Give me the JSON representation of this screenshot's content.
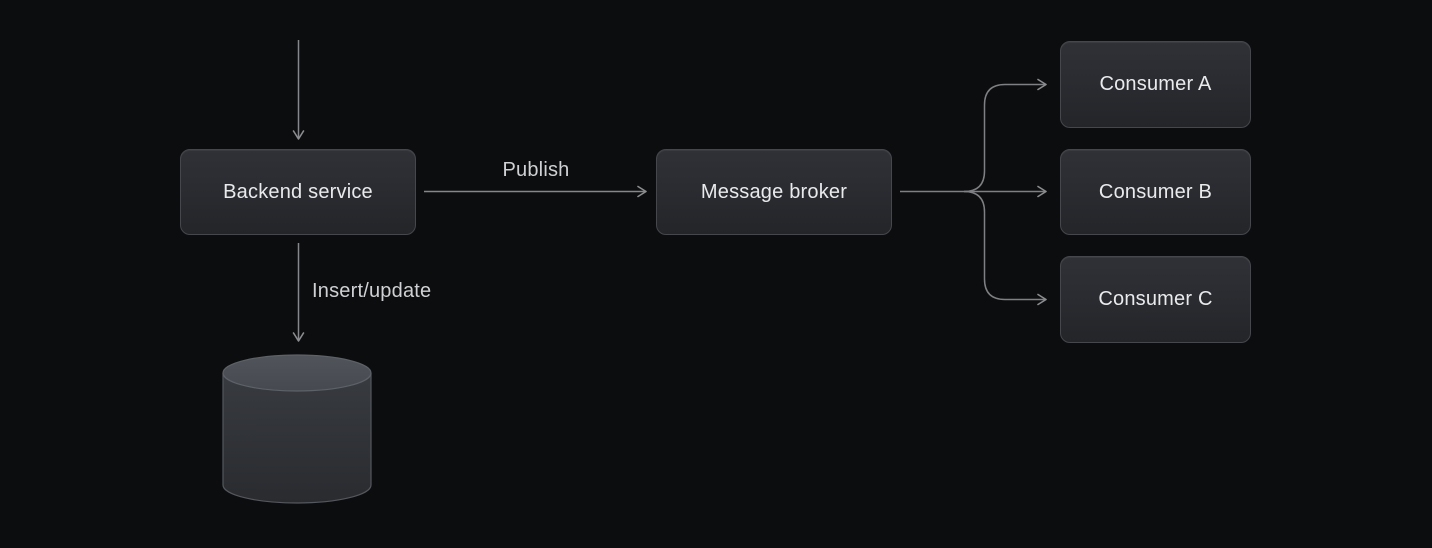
{
  "diagram": {
    "title": "",
    "nodes": {
      "backend": {
        "label": "Backend service"
      },
      "broker": {
        "label": "Message broker"
      },
      "consumer_a": {
        "label": "Consumer A"
      },
      "consumer_b": {
        "label": "Consumer B"
      },
      "consumer_c": {
        "label": "Consumer C"
      },
      "database": {
        "icon": "database-cylinder-icon",
        "label": ""
      }
    },
    "edge_labels": {
      "publish": "Publish",
      "insert_update": "Insert/update"
    },
    "edges": [
      {
        "from": "external",
        "to": "backend",
        "label": ""
      },
      {
        "from": "backend",
        "to": "broker",
        "label": "Publish"
      },
      {
        "from": "backend",
        "to": "database",
        "label": "Insert/update"
      },
      {
        "from": "broker",
        "to": "consumer_a",
        "label": ""
      },
      {
        "from": "broker",
        "to": "consumer_b",
        "label": ""
      },
      {
        "from": "broker",
        "to": "consumer_c",
        "label": ""
      }
    ],
    "colors": {
      "background": "#0c0d0e",
      "node_fill_top": "#2f3137",
      "node_fill_bottom": "#232529",
      "node_border": "#45474d",
      "node_text": "#e9eaec",
      "edge_line": "#7e8084",
      "edge_label_text": "#cfd1d4",
      "cylinder_top_fill": "#4c5057",
      "cylinder_body_fill_top": "#383b40",
      "cylinder_body_fill_bottom": "#292b2f",
      "cylinder_stroke": "#54575d"
    }
  }
}
